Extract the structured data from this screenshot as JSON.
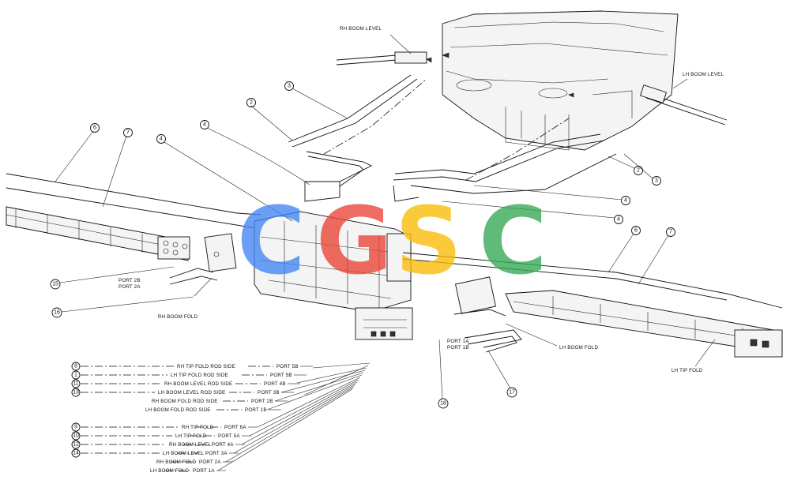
{
  "labels": {
    "rh_boom_level": "RH BOOM LEVEL",
    "lh_boom_level": "LH BOOM LEVEL",
    "port_2b": "PORT 2B",
    "port_2a": "PORT 2A",
    "rh_boom_fold": "RH BOOM FOLD",
    "port_1a": "PORT 1A",
    "port_1b": "PORT 1B",
    "lh_boom_fold": "LH BOOM FOLD",
    "lh_tip_fold": "LH TIP FOLD"
  },
  "callouts": {
    "c2_upper": "2",
    "c3_upper": "3",
    "c4_upper_a": "4",
    "c4_upper_b": "4",
    "c6_left": "6",
    "c7_left": "7",
    "c2_right": "2",
    "c3_right": "3",
    "c4_right_a": "4",
    "c4_right_b": "4",
    "c6_right": "6",
    "c7_right": "7",
    "c15": "15",
    "c16": "16",
    "c17": "17",
    "c18": "18"
  },
  "hose_table": {
    "rod_side": [
      {
        "num": "8",
        "hose": "RH TIP FOLD ROD SIDE",
        "port": "PORT 5B"
      },
      {
        "num": "1",
        "hose": "LH TIP FOLD ROD SIDE",
        "port": "PORT 5B"
      },
      {
        "num": "11",
        "hose": "RH BOOM LEVEL ROD SIDE",
        "port": "PORT 4B"
      },
      {
        "num": "13",
        "hose": "LH BOOM LEVEL ROD SIDE",
        "port": "PORT 3B"
      },
      {
        "num": "",
        "hose": "RH BOOM FOLD ROD SIDE",
        "port": "PORT 2B"
      },
      {
        "num": "",
        "hose": "LH BOOM FOLD ROD SIDE",
        "port": "PORT 1B"
      }
    ],
    "base_side": [
      {
        "num": "9",
        "hose": "RH TIP FOLD",
        "port": "PORT 6A"
      },
      {
        "num": "10",
        "hose": "LH TIP FOLD",
        "port": "PORT 5A"
      },
      {
        "num": "12",
        "hose": "RH BOOM LEVEL",
        "port": "PORT 4A"
      },
      {
        "num": "14",
        "hose": "LH BOOM LEVEL",
        "port": "PORT 3A"
      },
      {
        "num": "",
        "hose": "RH BOOM FOLD",
        "port": "PORT 2A"
      },
      {
        "num": "",
        "hose": "LH BOOM FOLD",
        "port": "PORT 1A"
      }
    ]
  },
  "watermark": {
    "letters": [
      "C",
      "G",
      "S",
      "C"
    ],
    "colors": [
      "#4285F4",
      "#EA4335",
      "#FBBC05",
      "#34A853"
    ]
  }
}
